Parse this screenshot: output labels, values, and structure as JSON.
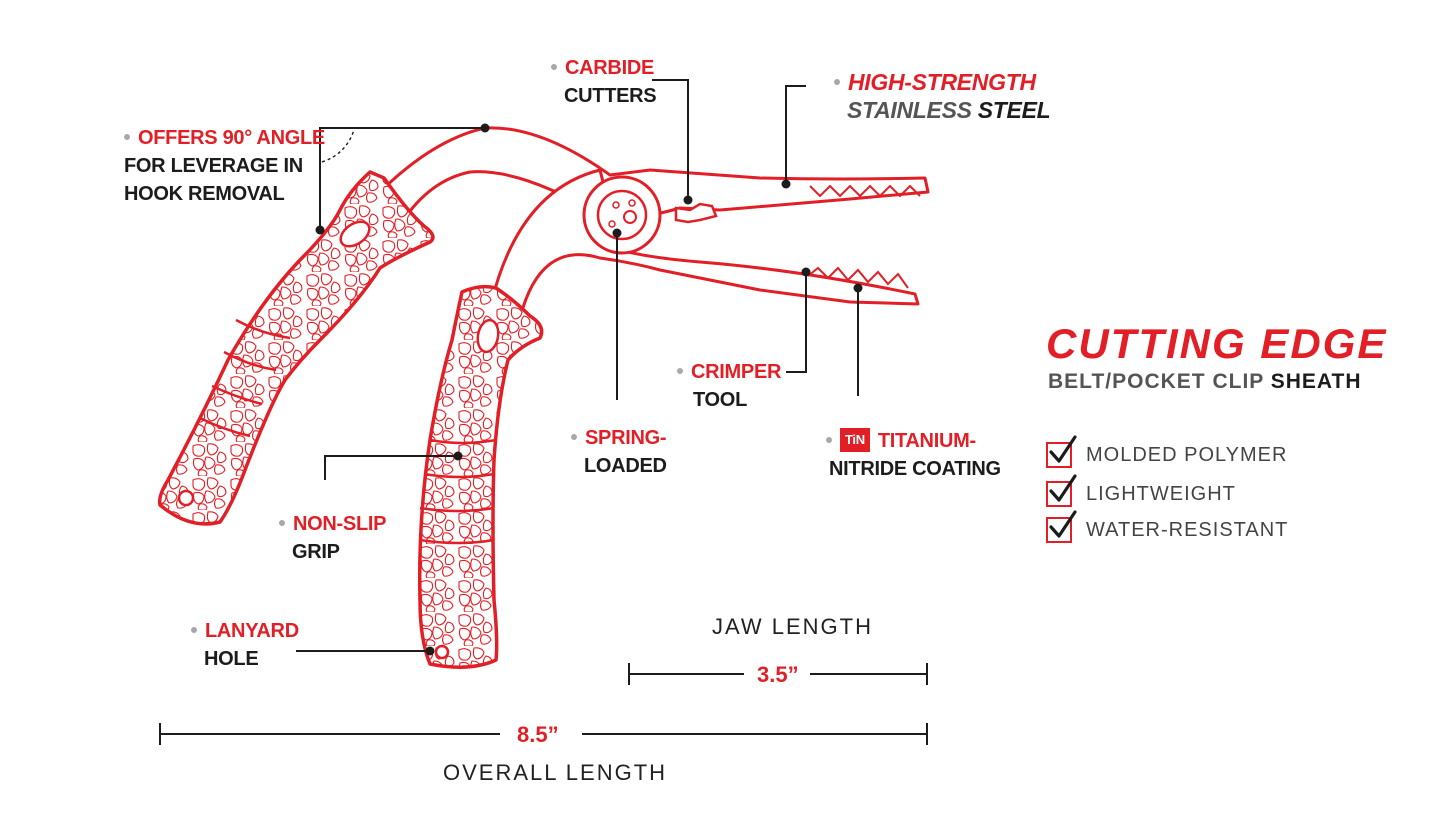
{
  "callouts": {
    "angle": {
      "red": "Offers 90° Angle",
      "black": [
        "For Leverage In",
        "Hook Removal"
      ]
    },
    "carbide": {
      "red": "Carbide",
      "black": [
        "Cutters"
      ]
    },
    "steel": {
      "red": "High-Strength",
      "gray": "Stainless",
      "black": "Steel"
    },
    "crimper": {
      "red": "Crimper",
      "black": [
        "Tool"
      ]
    },
    "spring": {
      "red": "Spring-",
      "black": [
        "Loaded"
      ]
    },
    "titanium": {
      "badge": "TiN",
      "red": "Titanium-",
      "black": [
        "Nitride Coating"
      ]
    },
    "grip": {
      "red": "Non-Slip",
      "black": [
        "Grip"
      ]
    },
    "lanyard": {
      "red": "Lanyard",
      "black": [
        "Hole"
      ]
    }
  },
  "dimensions": {
    "jaw": {
      "title": "JAW LENGTH",
      "value": "3.5”"
    },
    "overall": {
      "title": "OVERALL LENGTH",
      "value": "8.5”"
    }
  },
  "sheath": {
    "title": "CUTTING EDGE",
    "subtitle_gray": "BELT/POCKET CLIP",
    "subtitle_black": "SHEATH",
    "features": [
      "MOLDED POLYMER",
      "LIGHTWEIGHT",
      "WATER-RESISTANT"
    ]
  },
  "colors": {
    "accent": "#e21f26",
    "text": "#1c1c1c",
    "muted": "#555555",
    "bullet": "#a8a8a8"
  }
}
